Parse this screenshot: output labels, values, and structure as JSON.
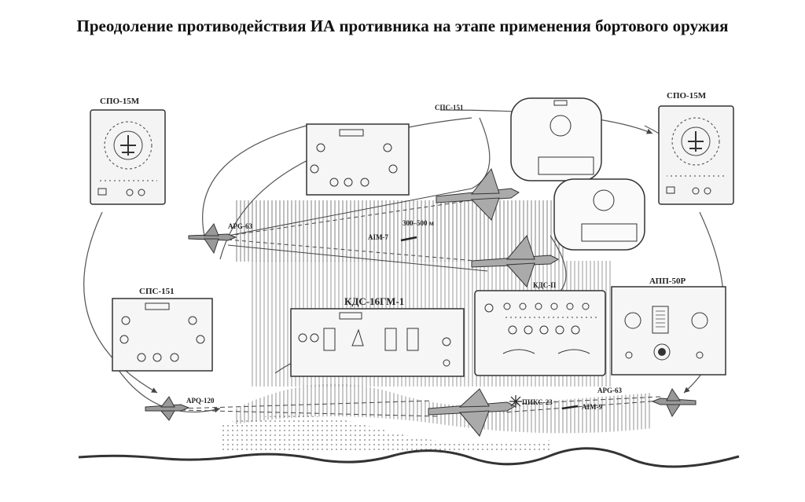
{
  "title": "Преодоление противодействия ИА противника на этапе применения бортового оружия",
  "labels": {
    "spo15m_left": "СПО-15М",
    "spo15m_right": "СПО-15М",
    "sps151_top": "СПС-151",
    "sps151_left": "СПС-151",
    "apg63_top": "APG-63",
    "aim7": "AIM-7",
    "distance": "300–500 м",
    "kds16gm1": "КДС-16ГМ-1",
    "app50r": "АПП-50Р",
    "apq120": "APQ-120",
    "apg63_bottom": "APG-63",
    "piks23": "ПИКС-23",
    "aim9": "AIM-9",
    "kdsp": "КДС-П"
  }
}
